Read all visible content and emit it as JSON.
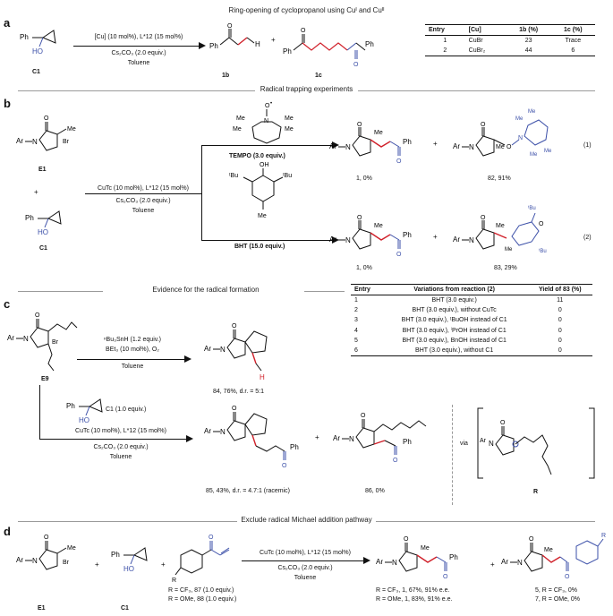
{
  "headings": {
    "a": "Ring-opening of cyclopropanol using Cuᴵ and Cuᴵᴵ",
    "b": "Radical trapping experiments",
    "c": "Evidence for the radical formation",
    "d": "Exclude radical Michael addition pathway"
  },
  "letters": {
    "a": "a",
    "b": "b",
    "c": "c",
    "d": "d"
  },
  "panel_a": {
    "sm_label": "C1",
    "cond1": "[Cu] (10 mol%), L*12 (15 mol%)",
    "cond2": "Cs₂CO₃ (2.0 equiv.)",
    "cond3": "Toluene",
    "p1": "1b",
    "p2": "1c",
    "plus": "+",
    "table": {
      "headers": [
        "Entry",
        "[Cu]",
        "1b (%)",
        "1c (%)"
      ],
      "rows": [
        [
          "1",
          "CuBr",
          "23",
          "Trace"
        ],
        [
          "2",
          "CuBr₂",
          "44",
          "6"
        ]
      ]
    }
  },
  "panel_b": {
    "e1": "E1",
    "c1": "C1",
    "plus": "+",
    "cond1": "CuTc (10 mol%), L*12 (15 mol%)",
    "cond2": "Cs₂CO₃ (2.0 equiv.)",
    "cond3": "Toluene",
    "tempo": "TEMPO (3.0 equiv.)",
    "bht": "BHT (15.0 equiv.)",
    "r1_p1": "1, 0%",
    "r1_p2": "82, 91%",
    "r1_tag": "(1)",
    "r2_p1": "1, 0%",
    "r2_p2": "83, 29%",
    "r2_tag": "(2)",
    "table": {
      "headers": [
        "Entry",
        "Variations from reaction (2)",
        "Yield of 83 (%)"
      ],
      "rows": [
        [
          "1",
          "BHT (3.0 equiv.)",
          "11"
        ],
        [
          "2",
          "BHT (3.0 equiv.), without CuTc",
          "0"
        ],
        [
          "3",
          "BHT (3.0 equiv.), ᵗBuOH instead of C1",
          "0"
        ],
        [
          "4",
          "BHT (3.0 equiv.), ⁱPrOH instead of C1",
          "0"
        ],
        [
          "5",
          "BHT (3.0 equiv.), BnOH instead of C1",
          "0"
        ],
        [
          "6",
          "BHT (3.0 equiv.), without C1",
          "0"
        ]
      ]
    }
  },
  "panel_c": {
    "e9": "E9",
    "top_cond1": "ⁿBu₃SnH (1.2 equiv.)",
    "top_cond2": "BEt₃ (10 mol%), O₂",
    "top_cond3": "Toluene",
    "p84": "84, 76%, d.r. = 5:1",
    "c1_eq": "C1 (1.0 equiv.)",
    "bot_cond1": "CuTc (10 mol%), L*12 (15 mol%)",
    "bot_cond2": "Cs₂CO₃ (2.0 equiv.)",
    "bot_cond3": "Toluene",
    "p85": "85, 43%, d.r. = 4.7:1 (racemic)",
    "p86": "86, 0%",
    "plus": "+",
    "via": "via",
    "r": "R"
  },
  "panel_d": {
    "e1": "E1",
    "c1": "C1",
    "plus": "+",
    "enone1": "R = CF₃, 87 (1.0 equiv.)",
    "enone2": "R = OMe, 88 (1.0 equiv.)",
    "cond1": "CuTc (10 mol%), L*12 (15 mol%)",
    "cond2": "Cs₂CO₃ (2.0 equiv.)",
    "cond3": "Toluene",
    "p1a": "R = CF₃, 1, 67%, 91% e.e.",
    "p1b": "R = OMe, 1, 83%, 91% e.e.",
    "p2a": "5, R = CF₃, 0%",
    "p2b": "7, R = OMe, 0%"
  },
  "colors": {
    "blue": "#3b4fa8",
    "red": "#d0202a",
    "rule": "#9a9a9a"
  }
}
